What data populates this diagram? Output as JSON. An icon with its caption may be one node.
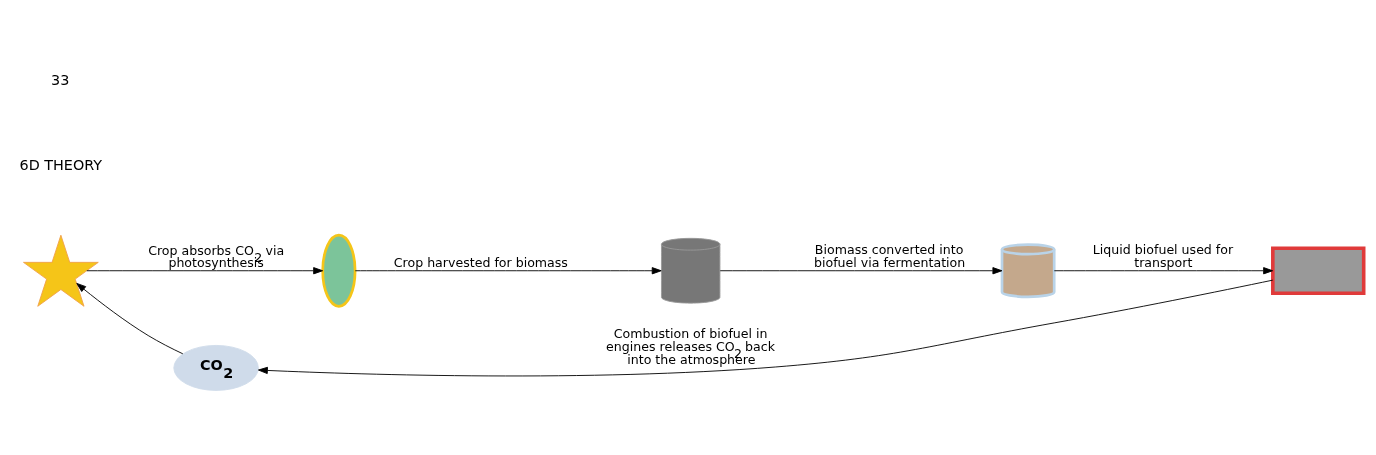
{
  "diagram": {
    "nodes": [
      {
        "text": [],
        "shape": "picture"
      },
      {
        "text": [],
        "shape": "ellipse"
      },
      {
        "text": [],
        "shape": "picture"
      },
      {
        "text": [],
        "shape": "picture"
      },
      {
        "text": [],
        "shape": "box"
      },
      {
        "text": [
          "CO$_{2}$"
        ]
      }
    ],
    "edges": [
      {
        "from": 0,
        "to": 1,
        "arrow": "to",
        "label": "Crop absorbs CO$_{2}$ via photosynthesis"
      },
      {
        "from": 1,
        "to": 2,
        "arrow": "to",
        "label": "Crop harvested for biomass"
      },
      {
        "from": 2,
        "to": 3,
        "arrow": "to",
        "label": "Biomass converted into biofuel via fermentation"
      },
      {
        "from": 3,
        "to": 4,
        "arrow": "to",
        "label": "Liquid biofuel used for transport"
      },
      {
        "from": 4,
        "to": 5,
        "arrow": "to",
        "label": "Combustion of biofuel in engines releases CO$_{2}$ back into the atmosphere"
      },
      {
        "from": 5,
        "to": 0,
        "arrow": "to"
      }
    ],
    "labels": [
      "6D THEORY",
      "33"
    ]
  }
}
